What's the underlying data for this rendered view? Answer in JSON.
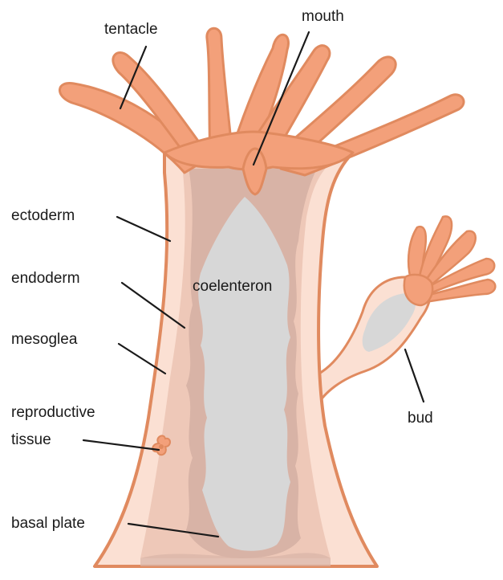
{
  "labels": {
    "tentacle": "tentacle",
    "mouth": "mouth",
    "ectoderm": "ectoderm",
    "endoderm": "endoderm",
    "coelenteron": "coelenteron",
    "mesoglea": "mesoglea",
    "reproductive_line1": "reproductive",
    "reproductive_line2": "tissue",
    "bud": "bud",
    "basal_plate": "basal plate"
  },
  "colors": {
    "outer_wall": "#e08a5f",
    "tentacle_fill": "#f3a07a",
    "ectoderm_fill": "#fbe0d3",
    "endoderm_fill": "#d8b3a6",
    "mesoglea_fill": "#eec8b8",
    "cavity_fill": "#d7d7d7",
    "leader": "#1a1a1a"
  }
}
